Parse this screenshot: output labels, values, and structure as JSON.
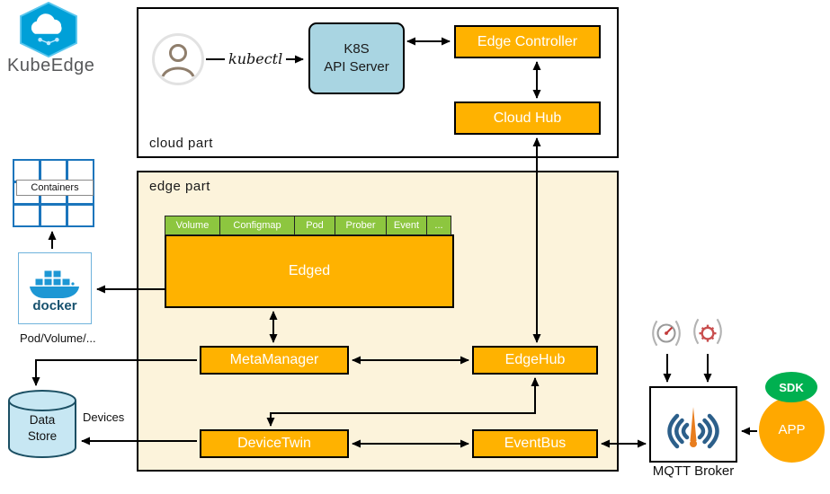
{
  "logo": {
    "title": "KubeEdge"
  },
  "cloud_part": {
    "label": "cloud part",
    "kubectl_label": "kubectl",
    "k8s_line1": "K8S",
    "k8s_line2": "API Server",
    "edge_controller": "Edge Controller",
    "cloud_hub": "Cloud Hub"
  },
  "edge_part": {
    "label": "edge part",
    "edged": "Edged",
    "tabs": [
      "Volume",
      "Configmap",
      "Pod",
      "Prober",
      "Event",
      "..."
    ],
    "meta_manager": "MetaManager",
    "edge_hub": "EdgeHub",
    "device_twin": "DeviceTwin",
    "event_bus": "EventBus"
  },
  "left_rail": {
    "containers": "Containers",
    "docker": "docker",
    "pod_volume_label": "Pod/Volume/...",
    "data_store_line1": "Data",
    "data_store_line2": "Store",
    "devices_label": "Devices"
  },
  "right_rail": {
    "mqtt_broker": "MQTT Broker",
    "sdk": "SDK",
    "app": "APP"
  },
  "icons": {
    "logo": "kubeedge-hexagon-cloud-icon",
    "user": "user-person-icon",
    "containers": "containers-grid-icon",
    "docker": "docker-whale-icon",
    "data_store": "database-cylinder-icon",
    "mqtt": "radio-signal-antenna-icon",
    "sensor1": "gauge-sensor-icon",
    "sensor2": "gear-sensor-icon"
  },
  "colors": {
    "orange": "#FFB200",
    "tab_green": "#8DC63F",
    "api_blue": "#A9D5E2",
    "edge_bg": "#FCF3DB",
    "cylinder_fill": "#C7E7F3",
    "cylinder_stroke": "#1b4f63",
    "docker_blue": "#1D97D4",
    "docker_text": "#17516E",
    "containers_blue": "#1B75BC",
    "mqtt_arc": "#2C5F8A",
    "antenna_orange": "#E87D1E",
    "sdk_green": "#00B050",
    "app_orange": "#FFA800",
    "arrow": "#000000",
    "logo_blue": "#00A0D8"
  }
}
